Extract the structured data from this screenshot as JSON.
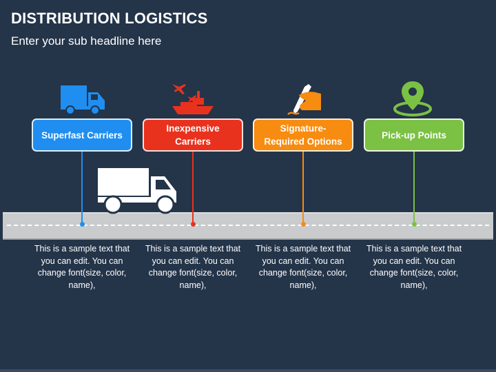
{
  "header": {
    "title": "DISTRIBUTION LOGISTICS",
    "subtitle": "Enter your sub headline here"
  },
  "items": [
    {
      "label": "Superfast Carriers",
      "icon": "truck-icon",
      "color": "#1f8ef0",
      "description": "This is a sample text that you can edit. You can change font(size, color, name),"
    },
    {
      "label": "Inexpensive\nCarriers",
      "icon": "ship-and-planes-icon",
      "color": "#e8321e",
      "description": "This is a sample text that you can edit. You can change font(size, color, name),"
    },
    {
      "label": "Signature-\nRequired Options",
      "icon": "hand-signing-pen-icon",
      "color": "#f78c10",
      "description": "This is a sample text that you can edit. You can change font(size, color, name),"
    },
    {
      "label": "Pick-up Points",
      "icon": "location-pin-icon",
      "color": "#7bc144",
      "description": "This is a sample text that you can edit. You can change font(size, color, name),"
    }
  ],
  "road": {
    "color": "#c9cbcc",
    "truck_icon": "delivery-truck-icon"
  }
}
